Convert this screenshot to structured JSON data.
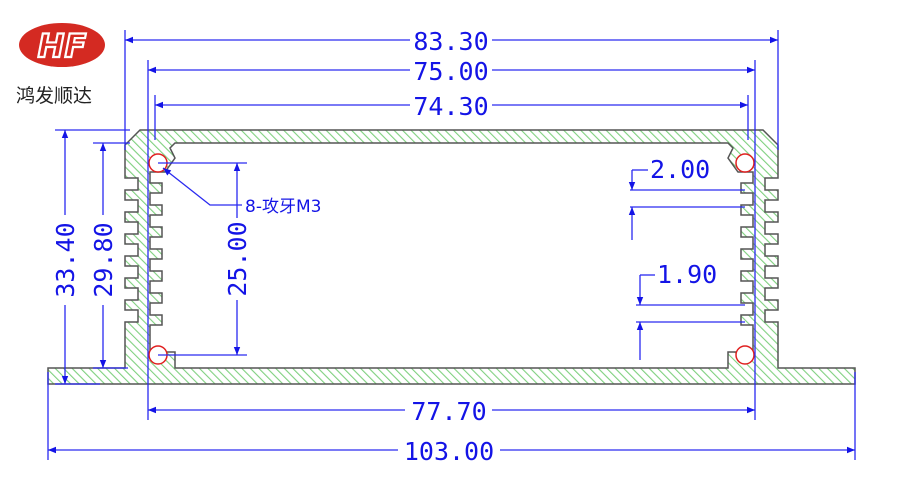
{
  "logo": {
    "mark": "HF",
    "company": "鸿发顺达",
    "color": "#d42a22"
  },
  "colors": {
    "dimension": "#1414e6",
    "hatch": "#7fd07f",
    "outline": "#555555",
    "hole": "#e02020"
  },
  "dimensions": {
    "outer_width_top": "83.30",
    "hole_span": "75.00",
    "inner_width": "74.30",
    "bottom_hole_span": "77.70",
    "base_width": "103.00",
    "total_height": "33.40",
    "wall_height": "29.80",
    "hole_vertical_span": "25.00",
    "fin_pitch": "2.00",
    "fin_thickness": "1.90"
  },
  "annotation": {
    "thread_holes": "8-攻牙M3"
  }
}
